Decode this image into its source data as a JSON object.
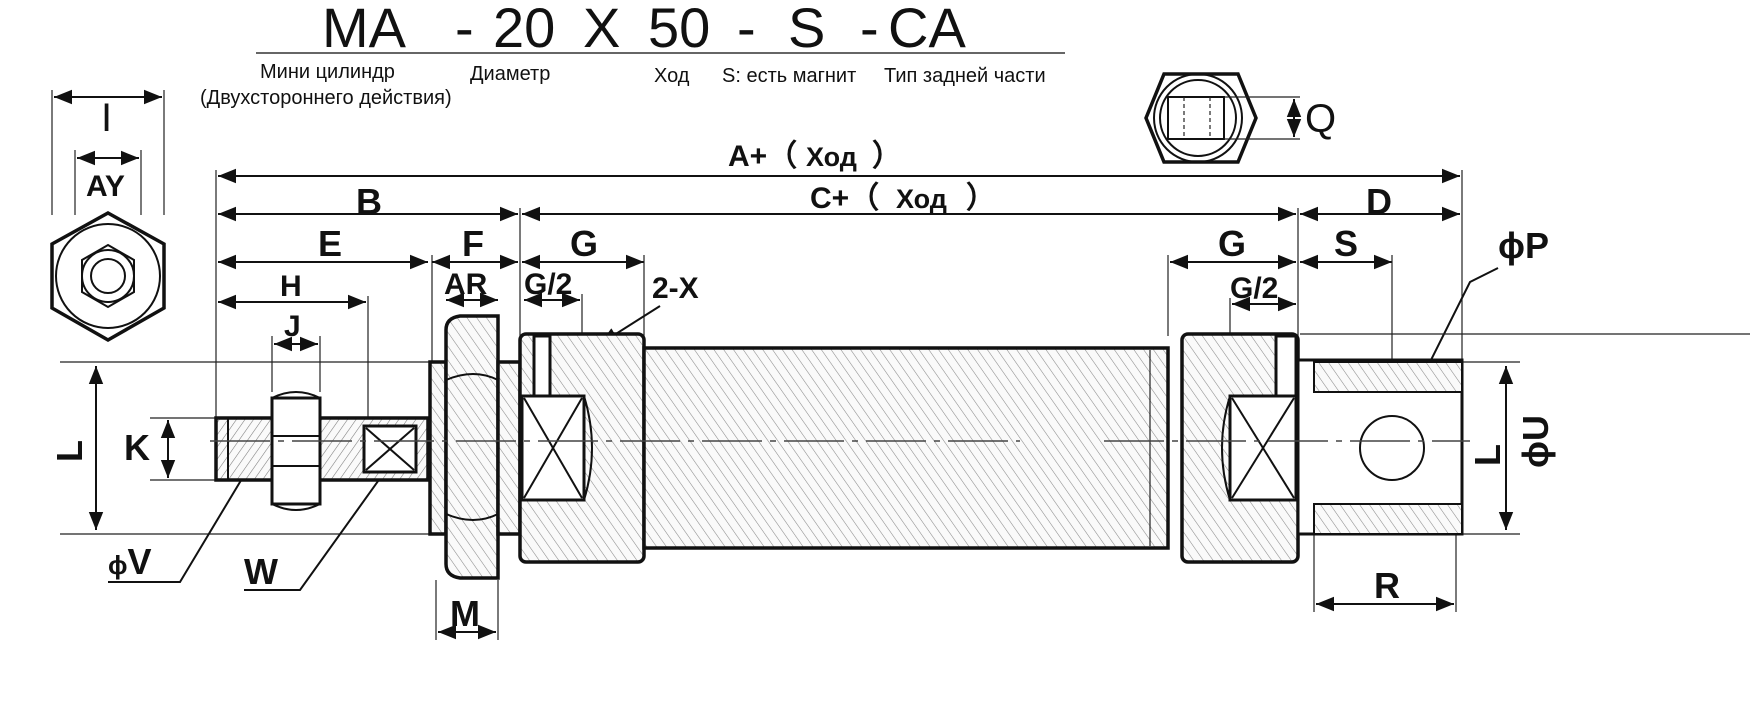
{
  "model_code": {
    "series": "MA",
    "sep1": "-",
    "bore": "20",
    "x": "X",
    "stroke": "50",
    "sep2": "-",
    "magnet": "S",
    "sep3": "-",
    "rear": "CA"
  },
  "captions": {
    "series_line1": "Мини цилиндр",
    "series_line2": "(Двухстороннего действия)",
    "bore": "Диаметр",
    "stroke": "Ход",
    "magnet": "S: есть магнит",
    "rear": "Тип задней части"
  },
  "dimensions": {
    "A": "A+（",
    "A_stroke": "Ход",
    "A_close": "）",
    "B": "B",
    "C": "C+（",
    "C_stroke": "Ход",
    "C_close": "）",
    "D": "D",
    "E": "E",
    "F": "F",
    "G_left": "G",
    "G_right": "G",
    "G2_left": "G/2",
    "G2_right": "G/2",
    "AR": "AR",
    "X2": "2-X",
    "H": "H",
    "J": "J",
    "K": "K",
    "L_left": "L",
    "L_right": "L",
    "M": "M",
    "V": "V",
    "phi_v": "ϕ",
    "W": "W",
    "S": "S",
    "P": "P",
    "phi_p": "ϕ",
    "U": "U",
    "phi_u": "ϕ",
    "R": "R",
    "Q": "Q",
    "I": "I",
    "AY": "AY"
  }
}
